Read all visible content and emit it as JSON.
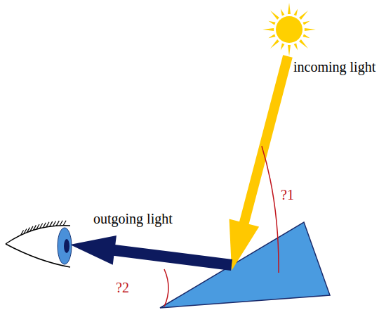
{
  "diagram": {
    "labels": [
      "incoming light",
      "?1",
      "outgoing light",
      "?2"
    ]
  }
}
